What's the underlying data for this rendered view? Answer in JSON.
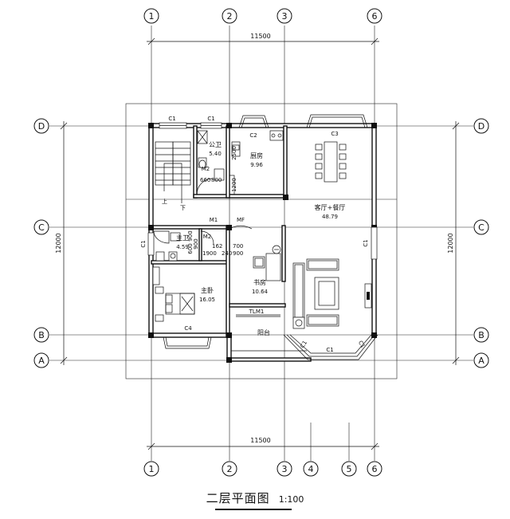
{
  "drawing": {
    "title": "二层平面图",
    "scale": "1:100"
  },
  "axes": {
    "top": [
      "1",
      "2",
      "3",
      "6"
    ],
    "bottom": [
      "1",
      "2",
      "3",
      "4",
      "5",
      "6"
    ],
    "left": [
      "D",
      "C",
      "B",
      "A"
    ],
    "right": [
      "D",
      "C",
      "B",
      "A"
    ]
  },
  "dimensions": {
    "top_total": "11500",
    "bottom_total": "11500",
    "left_total": "12000",
    "right_total": "12000"
  },
  "rooms": {
    "public_bath": {
      "name": "公卫",
      "area": "5.40"
    },
    "kitchen": {
      "name": "厨房",
      "area": "9.96"
    },
    "living_dining": {
      "name": "客厅+餐厅",
      "area": "48.79"
    },
    "master_bath": {
      "name": "主卫",
      "area": "4.59"
    },
    "master_bedroom": {
      "name": "主卧",
      "area": "16.05"
    },
    "study": {
      "name": "书房",
      "area": "10.64"
    },
    "balcony": {
      "name": "阳台"
    }
  },
  "labels": {
    "window_c1": "C1",
    "window_c2": "C2",
    "window_c3": "C3",
    "window_c4": "C4",
    "door_m1": "M1",
    "door_m2": "M2",
    "door_mf": "MF",
    "door_tlm1": "TLM1",
    "stair_up": "上",
    "stair_down": "下",
    "dim_2500": "2500",
    "dim_1200": "1200",
    "dim_660": "660",
    "dim_800": "800",
    "dim_900": "900",
    "dim_1900": "1900",
    "dim_600": "600",
    "dim_900b": "900",
    "dim_162": "162",
    "dim_700": "700",
    "dim_900c": "900",
    "dim_240": "240"
  }
}
